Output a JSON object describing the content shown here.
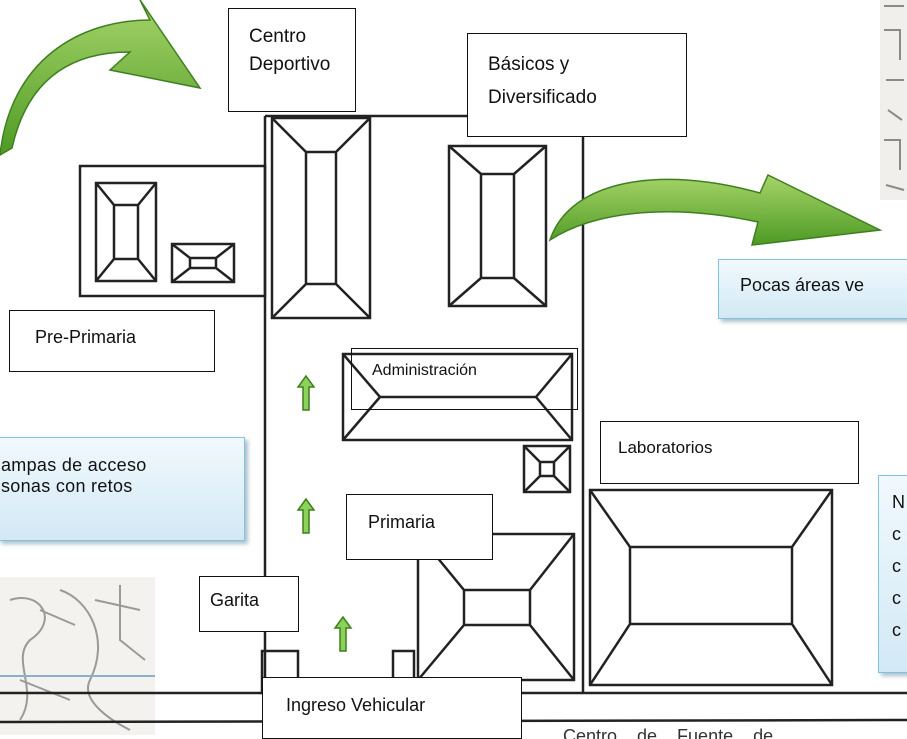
{
  "labels": {
    "centro_deportivo": "Centro\nDeportivo",
    "basicos": "Básicos y\nDiversificado",
    "pre_primaria": "Pre-Primaria",
    "administracion": "Administración",
    "laboratorios": "Laboratorios",
    "primaria": "Primaria",
    "garita": "Garita",
    "ingreso_vehicular": "Ingreso Vehicular"
  },
  "callouts": {
    "pocas_areas": "Pocas áreas ve",
    "rampas": "ampas de acceso\nsonas con    retos",
    "right_fragment": "N\nc\nc\nc\nc"
  },
  "footer_fragment": "Centro    de    Fuente    de",
  "colors": {
    "arrow_green": "#5faa2e",
    "arrow_green_light": "#9fd05f",
    "callout_border": "#7fc3de",
    "sketch_line": "#222222"
  }
}
